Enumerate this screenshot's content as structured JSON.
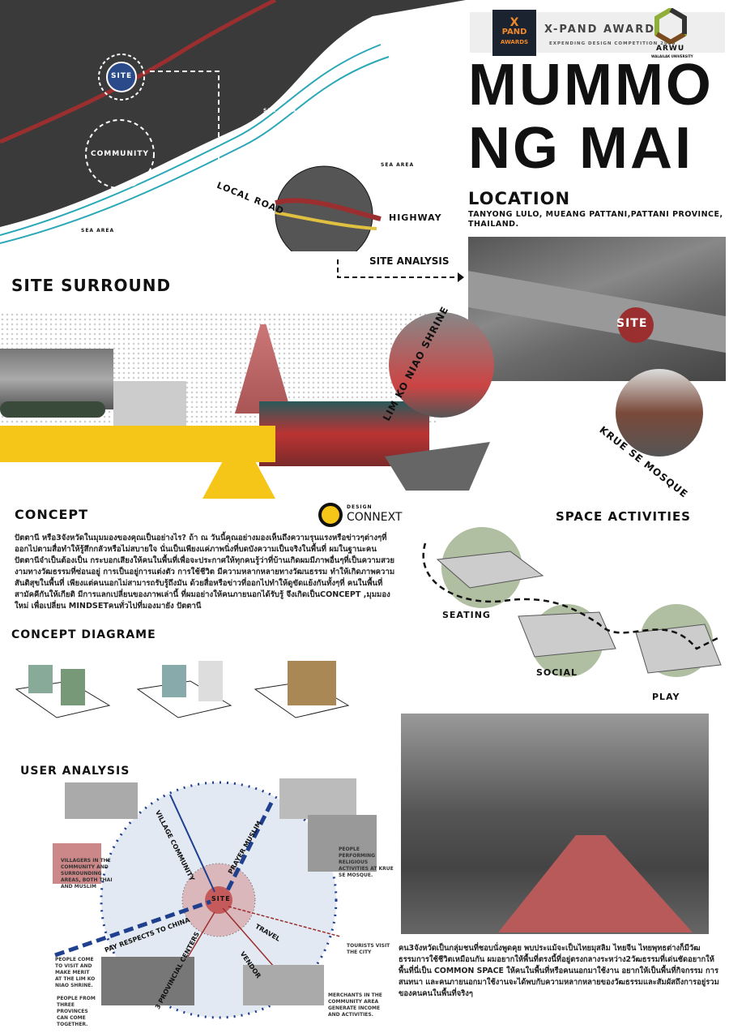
{
  "header": {
    "award_logo_line1": "X",
    "award_logo_line2": "PAND",
    "award_logo_line3": "AWARDS",
    "award_title": "X-PAND AWARD",
    "award_subtitle": "EXPENDING DESIGN COMPETITION 2025",
    "arwu": "ARWU",
    "arwu_sub": "WALAILAK UNIVERSITY"
  },
  "project_title_1": "MUMMO",
  "project_title_2": "NG MAI",
  "location": {
    "heading": "LOCATION",
    "address": "TANYONG LULO, MUEANG PATTANI,PATTANI PROVINCE, THAILAND."
  },
  "map_labels": {
    "site": "SITE",
    "community": "COMMUNITY",
    "sea_area": "SEA AREA",
    "local_road": "LOCAL ROAD",
    "highway": "HIGHWAY",
    "site_analysis": "SITE ANALYSIS"
  },
  "site_surround": {
    "heading": "SITE SURROUND",
    "shrine": "LIM KO NIAO SHRINE",
    "mosque": "KRUE SE MOSQUE",
    "sat_site": "SITE"
  },
  "concept": {
    "heading": "CONCEPT",
    "logo_top": "DESIGN",
    "logo_bottom": "CONNEXT",
    "text": "ปัตตานี หรือ3จังหวัดในมุมมองของคุณเป็นอย่างไร? ถ้า ณ วันนี้คุณอย่างมองเห็นถึงความรุนแรงหรือข่าวๆต่างๆที่ออกไปตามสื่อทำให้รู้สึกกลัวหรือไม่สบายใจ นั่นเป็นเพียงแค่ภาพนิ่งที่บดบังความเป็นจริงในพื้นที่ ผมในฐานะคนปัตตานีจำเป็นต้องเป็น กระบอกเสียงให้คนในพื้นที่เพื่อจะประกาศให้ทุกคนรู้ว่าที่บ้านเกิดผมมีภาพอื่นๆที่เป็นความสวยงามทางวัฒธรรมที่ซ่อนอยู่ การเป็นอยู่การแต่งตัว การใช้ชีวิต มีความหลากหลายทางวัฒนธรรม ทำให้เกิดภาพความสันติสุขในพื้นที่ เพียงแต่คนนอกไม่สามารถรับรู้ถึงมัน ด้วยสื่อหรือข่าวที่ออกไปทำให้ดูขัดแย้งกันทั้งๆที่ คนในพื้นที่ สามัคคีกันให้เกียติ มีการแลกเปลี่ยนของภาพเล่านี้ ที่ผมอย่างให้คนภายนอกได้รับรู้ จึงเกิดเป็นCONCEPT ,มุมมองใหม่ เพื่อเปลี่ยน MINDSETคนทั่วไปที่มองมายัง ปัตตานี"
  },
  "space_activities": {
    "heading": "SPACE  ACTIVITIES",
    "seating": "SEATING",
    "social": "SOCIAL",
    "play": "PLAY"
  },
  "concept_diagram": {
    "heading": "CONCEPT DIAGRAME"
  },
  "user_analysis": {
    "heading": "USER ANALYSIS",
    "site": "SITE",
    "arrows": [
      "VILLAGE COMMUNITY",
      "PRAYER MUSLIM",
      "PAY RESPECTS TO CHINA",
      "TRAVEL",
      "VENDOR",
      "3 PROVINCIAL CENTERS"
    ],
    "notes": {
      "villagers": "VILLAGERS IN THE COMMUNITY AND SURROUNDING AREAS, BOTH THAI AND MUSLIM",
      "merit": "PEOPLE COME TO VISIT AND MAKE MERIT AT THE LIM KO NIAO SHRINE.",
      "provinces": "PEOPLE FROM THREE PROVINCES CAN COME TOGETHER.",
      "religious": "PEOPLE PERFORMING RELIGIOUS ACTIVITIES AT KRUE SE MOSQUE.",
      "tourists": "TOURISTS VISIT THE CITY",
      "merchants": "MERCHANTS IN THE COMMUNITY AREA GENERATE INCOME AND ACTIVITIES."
    }
  },
  "common_space": {
    "text": "คน3จังหวัดเป็นกลุ่มชนที่ชอบนั่งพูดคุย พบประแม้จะเป็นไทยมุสลิม ไทยจีน ไทยพุทธต่างก็มีวัฒธรรมการใช้ชีวิตเหมือนกัน ผมอยากให้พื้นที่ตรงนี้ที่อยู่ตรงกลางระหว่าง2วัฒธรรมที่เด่นชัดอยากให้พื้นที่นี่เป็น COMMON SPACE ให้คนในพื้นที่หรือคนนอกมาใช้งาน อยากให้เป็นพื้นที่กิจกรรม การสนทนา และคนภายนอกมาใช้งานจะได้พบกับความหลากหลายของวัฒธรรมและสัมผัสถึงการอยู่รวมของคนคนในพื้นที่จริงๆ"
  },
  "colors": {
    "yellow": "#f5c518",
    "red": "#9b2f2f",
    "teal": "#2aa8b8",
    "green": "#9cae8a",
    "navy": "#1f3f8f"
  }
}
